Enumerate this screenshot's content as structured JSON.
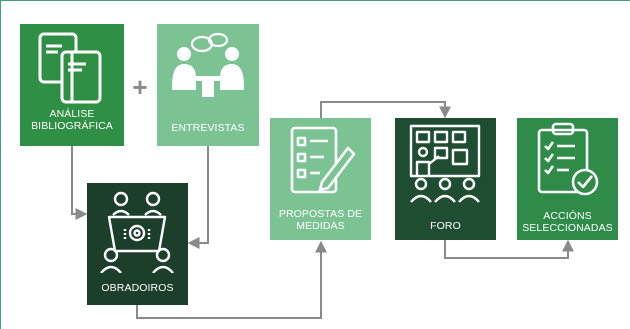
{
  "steps": {
    "analise": {
      "label": "ANÁLISE\nBIBLIOGRÁFICA",
      "icon": "books-icon"
    },
    "entrevistas": {
      "label": "ENTREVISTAS",
      "icon": "people-talking-icon"
    },
    "obradoiros": {
      "label": "OBRADOIROS",
      "icon": "workshop-table-icon"
    },
    "propostas": {
      "label": "PROPOSTAS DE\nMEDIDAS",
      "icon": "checklist-pen-icon"
    },
    "foro": {
      "label": "FORO",
      "icon": "presentation-board-icon"
    },
    "accions": {
      "label": "ACCIÓNS\nSELECCIONADAS",
      "icon": "clipboard-check-icon"
    }
  },
  "plus_sign": "+",
  "colors": {
    "green_mid": "#2f8f45",
    "green_light": "#7cc394",
    "green_dark": "#1b3f2a",
    "connector_gray": "#8a8a8a",
    "border_accent": "#3fa07a"
  }
}
